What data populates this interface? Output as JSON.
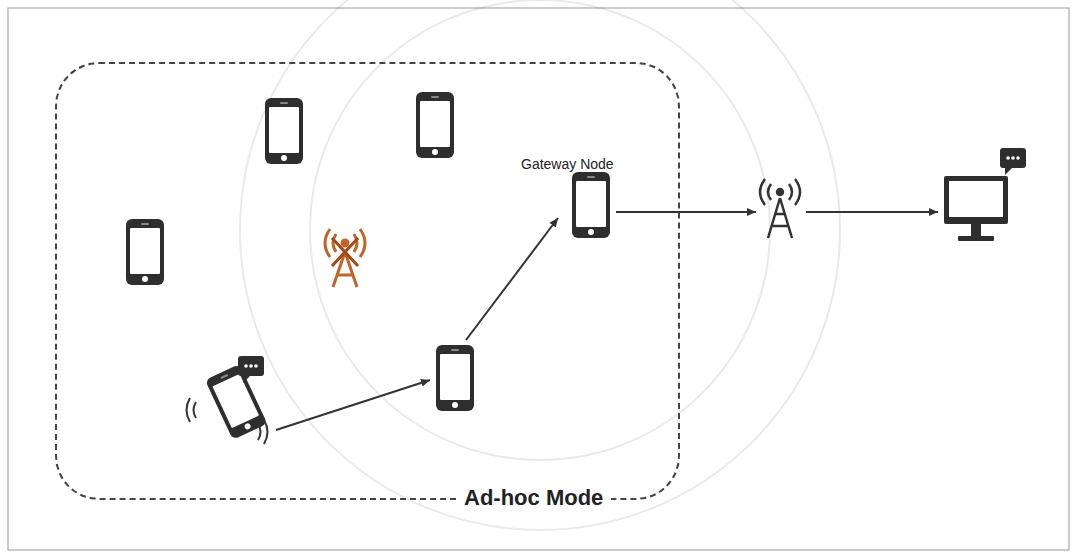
{
  "diagram": {
    "nodes": [
      {
        "text": [
          "Ad-hoc Mode"
        ]
      },
      {
        "text": [
          "Gateway Node"
        ],
        "in": 0
      }
    ]
  }
}
